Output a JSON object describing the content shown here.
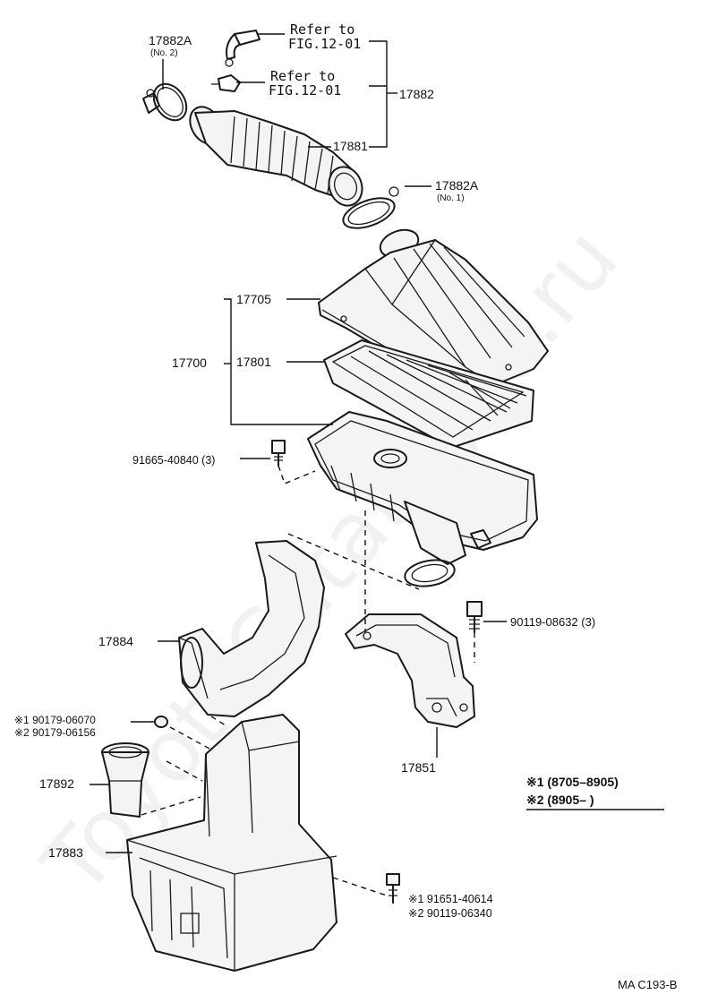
{
  "watermark": "ToyotaCatalogue.ru",
  "labels": {
    "refer1_line1": "Refer to",
    "refer1_line2": "FIG.12-01",
    "refer2_line1": "Refer to",
    "refer2_line2": "FIG.12-01",
    "p17882A_no2": "17882A",
    "p17882A_no2_sub": "(No. 2)",
    "p17882": "17882",
    "p17881": "17881",
    "p17882A_no1": "17882A",
    "p17882A_no1_sub": "(No. 1)",
    "p17705": "17705",
    "p17700": "17700",
    "p17801": "17801",
    "bolt_91665": "91665-40840 (3)",
    "bolt_90119_08632": "90119-08632 (3)",
    "p17884": "17884",
    "note1_90179": "※1 90179-06070",
    "note2_90179": "※2 90179-06156",
    "p17892": "17892",
    "p17851": "17851",
    "p17883": "17883",
    "note1_91651": "※1 91651-40614",
    "note2_90119": "※2 90119-06340",
    "legend1": "※1 (8705–8905)",
    "legend2": "※2 (8905–        )",
    "figure_code": "MA C193-B"
  }
}
